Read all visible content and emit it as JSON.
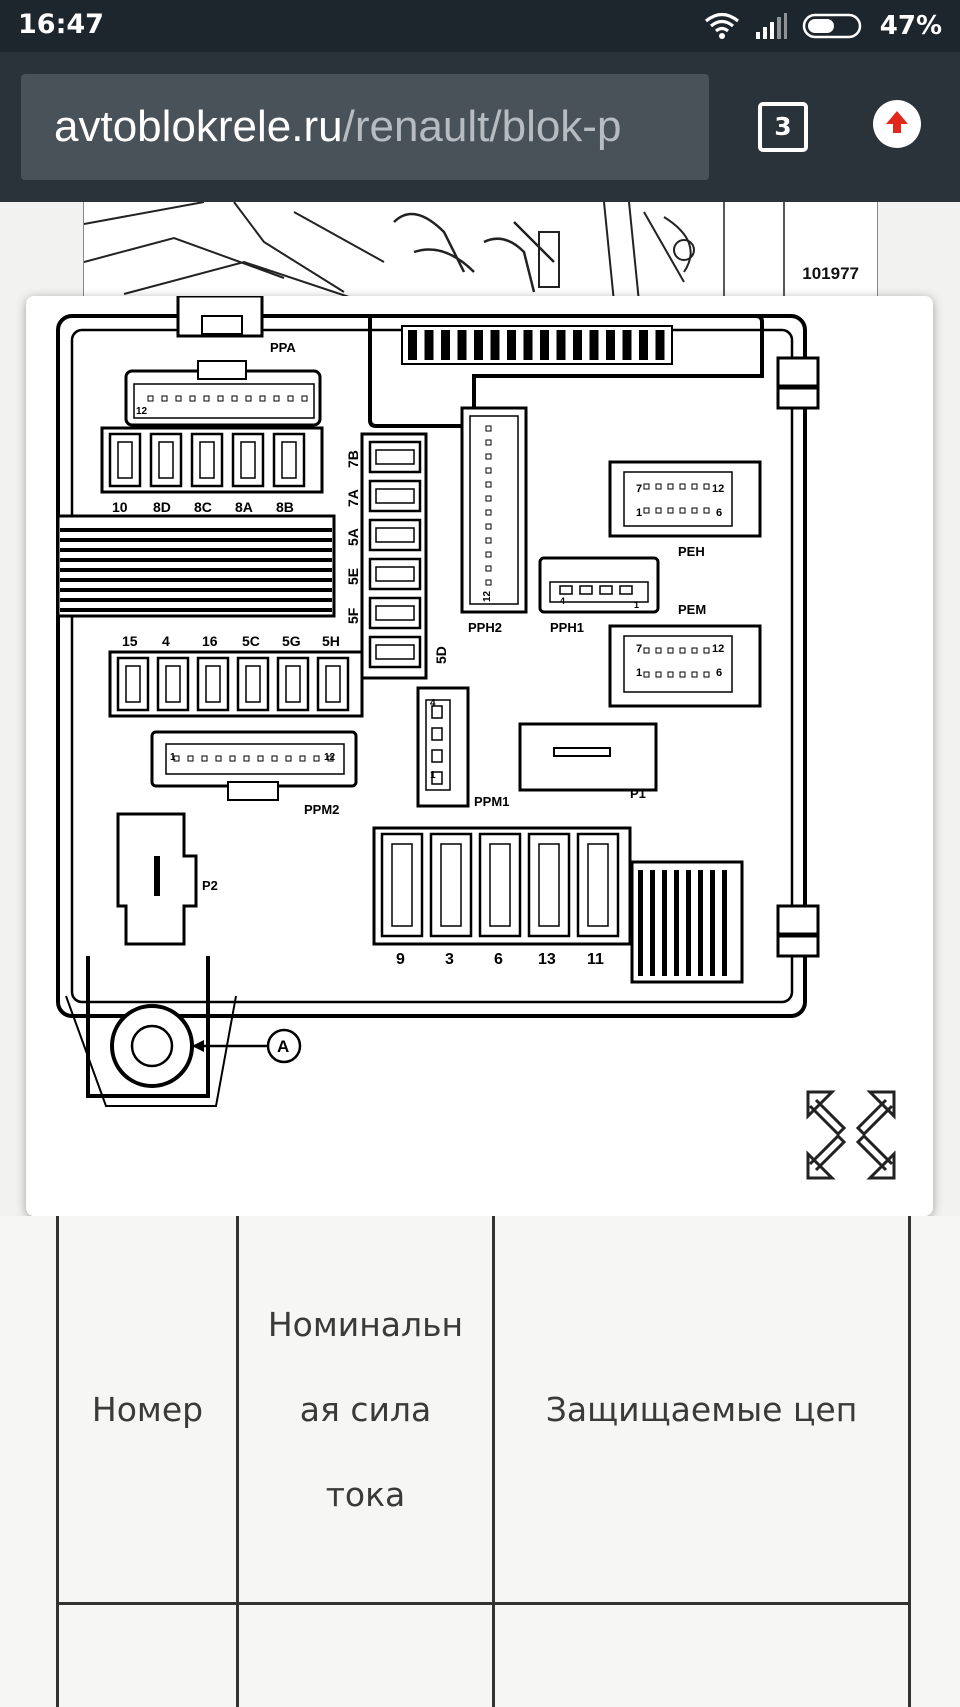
{
  "status_bar": {
    "time": "16:47",
    "battery_percent": "47%",
    "icons": [
      "wifi-icon",
      "signal-icon",
      "battery-icon"
    ]
  },
  "browser": {
    "url_domain": "avtoblokrele.ru",
    "url_path": "/renault/blok-p",
    "tab_count": "3",
    "upload_icon": "upload-icon"
  },
  "page_image": {
    "ref_number": "101977"
  },
  "diagram": {
    "connectors": [
      "PPA",
      "PPH2",
      "PPH1",
      "PEH",
      "PEM",
      "PPM1",
      "P1",
      "PPM2",
      "P2"
    ],
    "pin_labels": [
      "12",
      "12",
      "4",
      "1",
      "7",
      "12",
      "1",
      "6",
      "7",
      "12",
      "1",
      "6",
      "4",
      "1",
      "1",
      "12"
    ],
    "fuse_row_top": [
      "10",
      "8D",
      "8C",
      "8A",
      "8B"
    ],
    "fuse_column": [
      "7B",
      "7A",
      "5A",
      "5E",
      "5F"
    ],
    "fuse_5d": "5D",
    "fuse_row_middle": [
      "15",
      "4",
      "16",
      "5C",
      "5G",
      "5H"
    ],
    "fuse_row_bottom": [
      "9",
      "3",
      "6",
      "13",
      "11"
    ],
    "callout": "A",
    "expand_icon": "expand-icon"
  },
  "table": {
    "headers": [
      "Номер",
      "Номинальная сила тока",
      "Защищаемые цепи"
    ],
    "header_lines": [
      [
        "Номер"
      ],
      [
        "Номинальн",
        "ая сила",
        "тока"
      ],
      [
        "Защищаемые цеп"
      ]
    ]
  }
}
